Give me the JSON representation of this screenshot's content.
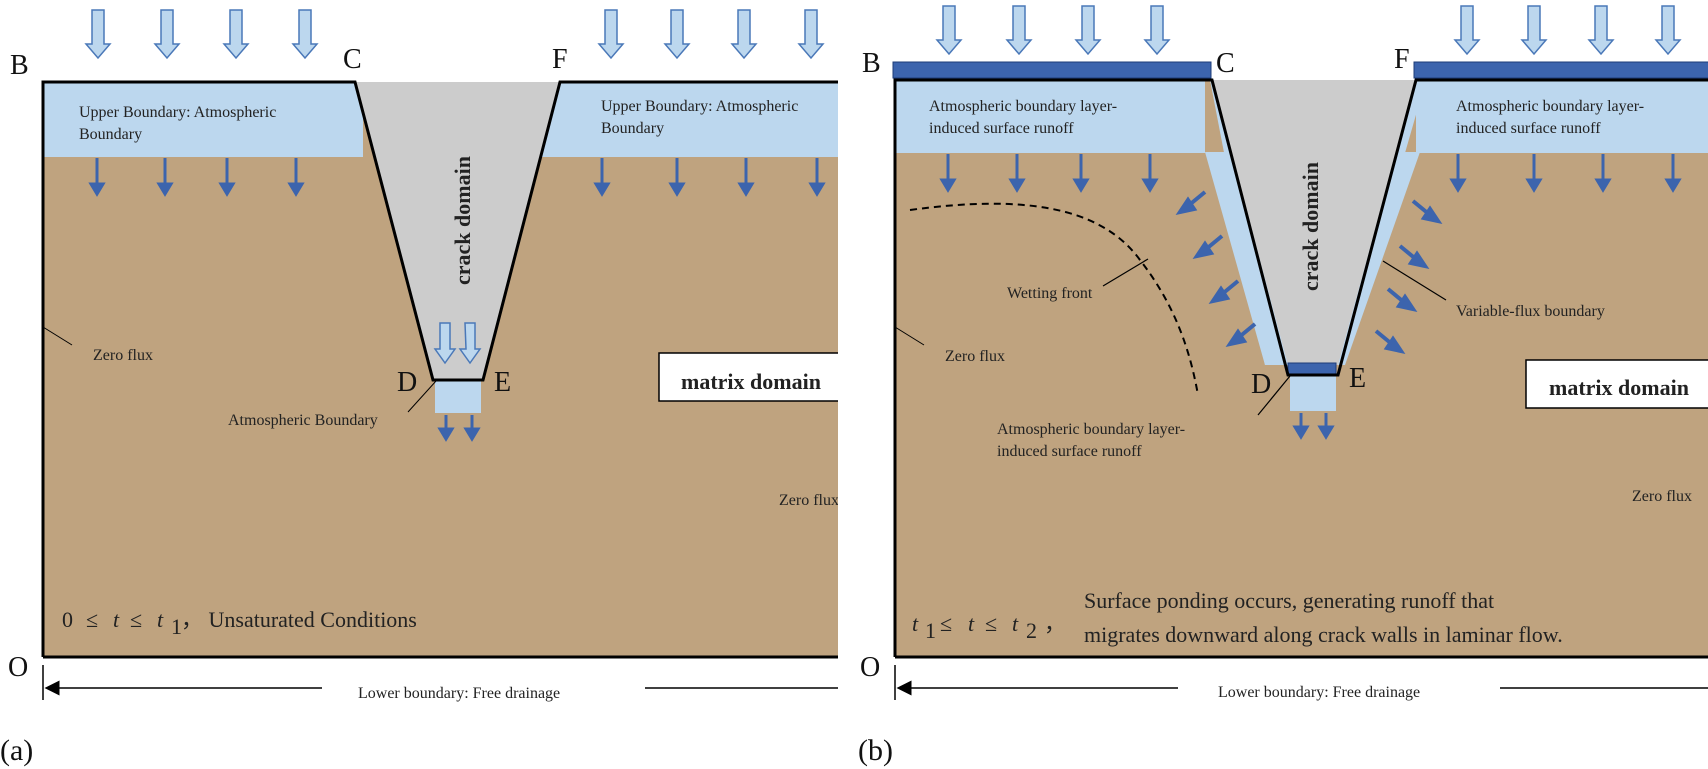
{
  "colors": {
    "soil": "#bfa37f",
    "boundary_layer": "#bcd7ee",
    "crack": "#cccccc",
    "arrow_outline": "#4a78b8",
    "arrow_solid": "#3c64ad",
    "ponding_strip": "#3c64ad",
    "line": "#000000"
  },
  "panel_a": {
    "panel_label": "(a)",
    "corner_b": "B",
    "corner_c": "C",
    "corner_f": "F",
    "corner_d": "D",
    "corner_e": "E",
    "corner_o": "O",
    "upper_boundary_line1": "Upper Boundary:  Atmospheric",
    "upper_boundary_line2": "Boundary",
    "upper_boundary_right_line1": "Upper Boundary:  Atmospheric",
    "upper_boundary_right_line2": "Boundary",
    "crack_domain": "crack domain",
    "zero_flux_left": "Zero flux",
    "zero_flux_right": "Zero flux",
    "matrix_domain": "matrix domain",
    "crack_bottom_boundary": "Atmospheric Boundary",
    "condition_math_a": "0",
    "condition_math_le1": "≤",
    "condition_math_t": "t",
    "condition_math_le2": "≤",
    "condition_math_t1": "t",
    "condition_math_sub": "1",
    "condition_text": "，  Unsaturated Conditions",
    "lower_boundary": "Lower boundary: Free drainage"
  },
  "panel_b": {
    "panel_label": "(b)",
    "corner_b": "B",
    "corner_c": "C",
    "corner_f": "F",
    "corner_d": "D",
    "corner_e": "E",
    "corner_o": "O",
    "runoff_left_line1": "Atmospheric   boundary   layer-",
    "runoff_left_line2": "induced surface runoff",
    "runoff_right_line1": "Atmospheric   boundary   layer-",
    "runoff_right_line2": "induced surface runoff",
    "crack_domain": "crack domain",
    "wetting_front": "Wetting front",
    "variable_flux": "Variable-flux boundary",
    "zero_flux_left": "Zero flux",
    "zero_flux_right": "Zero flux",
    "matrix_domain": "matrix domain",
    "bottom_runoff_line1": "Atmospheric   boundary   layer-",
    "bottom_runoff_line2": "induced surface runoff",
    "condition_t1": "t",
    "condition_sub1": "1",
    "condition_le1": "≤",
    "condition_t": "t",
    "condition_le2": "≤",
    "condition_t2": "t",
    "condition_sub2": "2",
    "condition_comma": "，",
    "condition_line1": "Surface ponding occurs, generating runoff that",
    "condition_line2": "migrates downward along crack walls in laminar flow.",
    "lower_boundary": "Lower boundary: Free drainage"
  }
}
